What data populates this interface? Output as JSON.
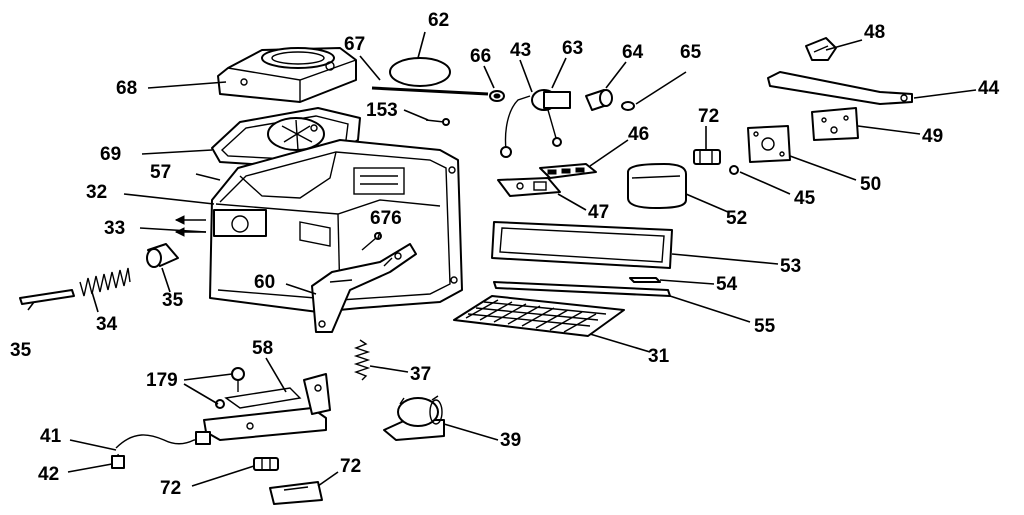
{
  "callouts": [
    {
      "id": "c62",
      "text": "62"
    },
    {
      "id": "c67",
      "text": "67"
    },
    {
      "id": "c66",
      "text": "66"
    },
    {
      "id": "c43",
      "text": "43"
    },
    {
      "id": "c63",
      "text": "63"
    },
    {
      "id": "c64",
      "text": "64"
    },
    {
      "id": "c65",
      "text": "65"
    },
    {
      "id": "c48",
      "text": "48"
    },
    {
      "id": "c44",
      "text": "44"
    },
    {
      "id": "c68",
      "text": "68"
    },
    {
      "id": "c153",
      "text": "153"
    },
    {
      "id": "c49",
      "text": "49"
    },
    {
      "id": "c72a",
      "text": "72"
    },
    {
      "id": "c46",
      "text": "46"
    },
    {
      "id": "c69",
      "text": "69"
    },
    {
      "id": "c57",
      "text": "57"
    },
    {
      "id": "c50",
      "text": "50"
    },
    {
      "id": "c32",
      "text": "32"
    },
    {
      "id": "c45",
      "text": "45"
    },
    {
      "id": "c47",
      "text": "47"
    },
    {
      "id": "c52",
      "text": "52"
    },
    {
      "id": "c676",
      "text": "676"
    },
    {
      "id": "c33",
      "text": "33"
    },
    {
      "id": "c53",
      "text": "53"
    },
    {
      "id": "c60",
      "text": "60"
    },
    {
      "id": "c54",
      "text": "54"
    },
    {
      "id": "c35a",
      "text": "35"
    },
    {
      "id": "c34",
      "text": "34"
    },
    {
      "id": "c55",
      "text": "55"
    },
    {
      "id": "c35b",
      "text": "35"
    },
    {
      "id": "c31",
      "text": "31"
    },
    {
      "id": "c58",
      "text": "58"
    },
    {
      "id": "c37",
      "text": "37"
    },
    {
      "id": "c179",
      "text": "179"
    },
    {
      "id": "c39",
      "text": "39"
    },
    {
      "id": "c41",
      "text": "41"
    },
    {
      "id": "c42",
      "text": "42"
    },
    {
      "id": "c72b",
      "text": "72"
    },
    {
      "id": "c72c",
      "text": "72"
    }
  ]
}
